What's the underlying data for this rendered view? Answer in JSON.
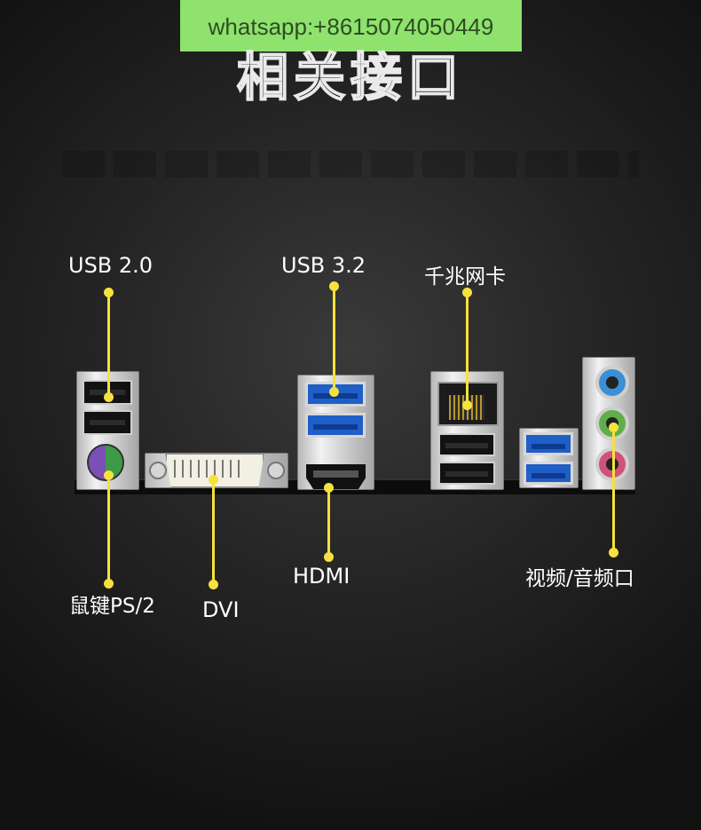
{
  "banner": {
    "text": "whatsapp:+8615074050449"
  },
  "title": "相关接口",
  "ports": {
    "usb2": "USB 2.0",
    "usb32": "USB 3.2",
    "lan": "千兆网卡",
    "ps2": "鼠键PS/2",
    "dvi": "DVI",
    "hdmi": "HDMI",
    "audio": "视频/音频口"
  },
  "colors": {
    "callout": "#f5e23c",
    "banner_bg": "#8fe26e",
    "usb3_blue": "#1f5fc7",
    "ps2_purple": "#7b4fb5",
    "ps2_green": "#3e9a47",
    "audio_blue": "#3b8fd6",
    "audio_green": "#5fae4a",
    "audio_pink": "#d0527a"
  }
}
